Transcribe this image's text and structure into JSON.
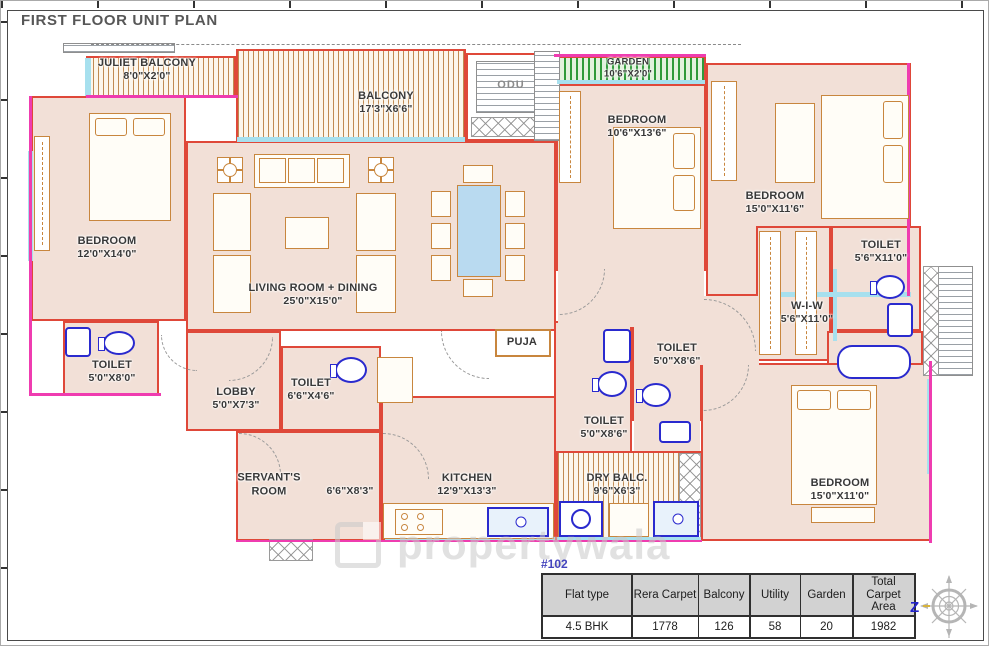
{
  "title": "FIRST FLOOR UNIT PLAN",
  "unit_number": "#102",
  "watermark": "propertywala",
  "compass_letter": "Z",
  "colors": {
    "wall_red": "#df4839",
    "wall_magenta": "#ef3cb0",
    "floor_pink": "#f2e0d7",
    "window_cyan": "#a7e0ee",
    "furniture_orange": "#c8863e",
    "fixture_blue": "#2a2ace",
    "garden_green": "#2f9a39",
    "table_header_bg": "#d2d2d2",
    "title_gray": "#575757"
  },
  "rooms": {
    "juliet_balcony": {
      "name": "JULIET BALCONY",
      "dim": "8'0\"X2'0\""
    },
    "balcony": {
      "name": "BALCONY",
      "dim": "17'3\"X6'6\""
    },
    "odu": {
      "name": "ODU"
    },
    "garden": {
      "name": "GARDEN",
      "dim": "10'6\"X2'0\""
    },
    "bedroom_mid": {
      "name": "BEDROOM",
      "dim": "10'6\"X13'6\""
    },
    "bedroom_top_right": {
      "name": "BEDROOM",
      "dim": "15'0\"X11'6\""
    },
    "toilet_right": {
      "name": "TOILET",
      "dim": "5'6\"X11'0\""
    },
    "wiw": {
      "name": "W-I-W",
      "dim": "5'6\"X11'0\""
    },
    "bedroom_left": {
      "name": "BEDROOM",
      "dim": "12'0\"X14'0\""
    },
    "living": {
      "name": "LIVING ROOM + DINING",
      "dim": "25'0\"X15'0\""
    },
    "toilet_left": {
      "name": "TOILET",
      "dim": "5'0\"X8'0\""
    },
    "lobby": {
      "name": "LOBBY",
      "dim": "5'0\"X7'3\""
    },
    "toilet_servant": {
      "name": "TOILET",
      "dim": "6'6\"X4'6\""
    },
    "servants_room": {
      "name": "SERVANT'S ROOM",
      "dim": "6'6\"X8'3\""
    },
    "kitchen": {
      "name": "KITCHEN",
      "dim": "12'9\"X13'3\""
    },
    "dry_balcony": {
      "name": "DRY BALC.",
      "dim": "9'6\"X6'3\""
    },
    "puja": {
      "name": "PUJA"
    },
    "toilet_mid_lower": {
      "name": "TOILET",
      "dim": "5'0\"X8'6\""
    },
    "toilet_mid_upper": {
      "name": "TOILET",
      "dim": "5'0\"X8'6\""
    },
    "bedroom_bottom_right": {
      "name": "BEDROOM",
      "dim": "15'0\"X11'0\""
    }
  },
  "area_table": {
    "headers": [
      "Flat type",
      "Rera Carpet",
      "Balcony",
      "Utility",
      "Garden",
      "Total Carpet Area"
    ],
    "row": [
      "4.5 BHK",
      "1778",
      "126",
      "58",
      "20",
      "1982"
    ]
  }
}
